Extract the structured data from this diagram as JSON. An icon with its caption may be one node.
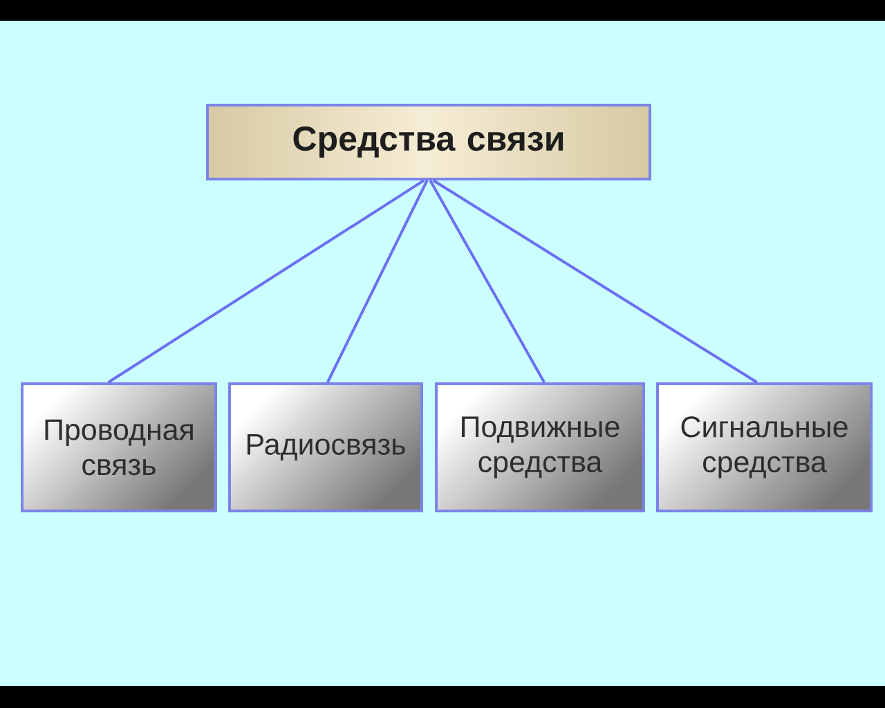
{
  "diagram": {
    "nodes": [
      {
        "text": [
          "Средства связи"
        ]
      },
      {
        "text": [
          "Проводная связь"
        ]
      },
      {
        "text": [
          "Радиосвязь"
        ]
      },
      {
        "text": [
          "Подвижные средства"
        ]
      },
      {
        "text": [
          "Сигнальные средства"
        ]
      }
    ],
    "edges": [
      {
        "from": 0,
        "to": 1,
        "arrow": "none"
      },
      {
        "from": 0,
        "to": 2,
        "arrow": "none"
      },
      {
        "from": 0,
        "to": 3,
        "arrow": "none"
      },
      {
        "from": 0,
        "to": 4,
        "arrow": "none"
      }
    ]
  }
}
